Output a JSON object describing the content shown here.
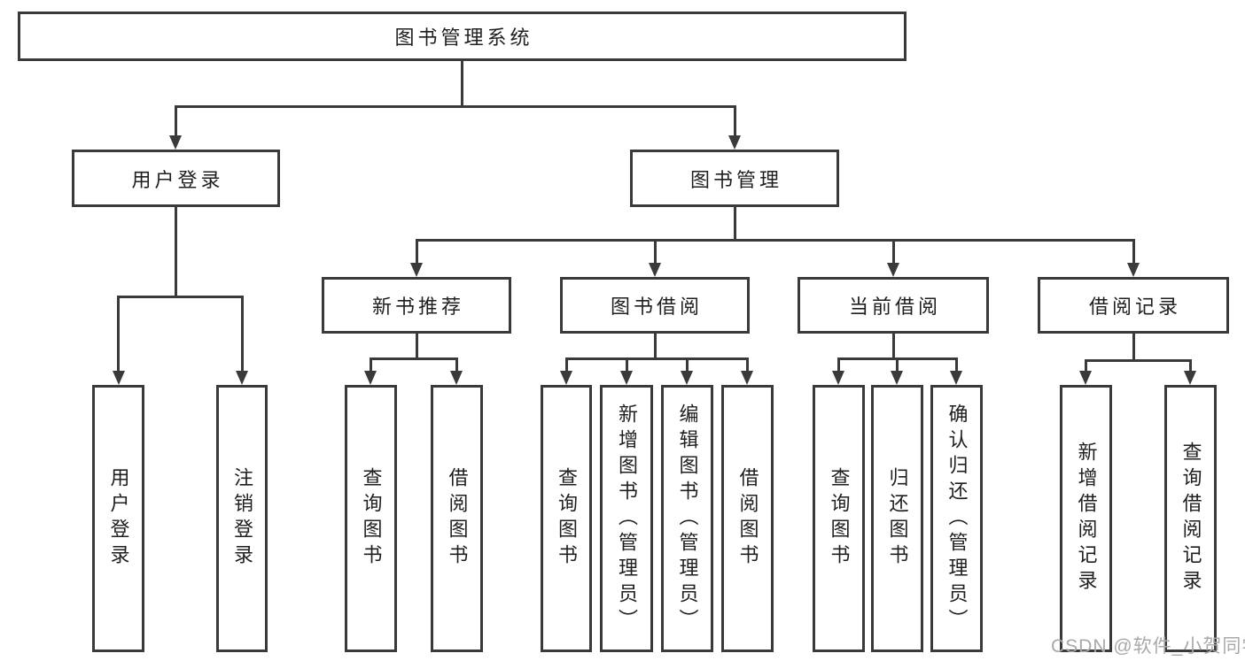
{
  "diagram": {
    "root": {
      "label": "图书管理系统",
      "children": [
        {
          "label": "用户登录",
          "children": [
            {
              "label": "用户登录"
            },
            {
              "label": "注销登录"
            }
          ]
        },
        {
          "label": "图书管理",
          "children": [
            {
              "label": "新书推荐",
              "children": [
                {
                  "label": "查询图书"
                },
                {
                  "label": "借阅图书"
                }
              ]
            },
            {
              "label": "图书借阅",
              "children": [
                {
                  "label": "查询图书"
                },
                {
                  "label": "新增图书（管理员）"
                },
                {
                  "label": "编辑图书（管理员）"
                },
                {
                  "label": "借阅图书"
                }
              ]
            },
            {
              "label": "当前借阅",
              "children": [
                {
                  "label": "查询图书"
                },
                {
                  "label": "归还图书"
                },
                {
                  "label": "确认归还（管理员）"
                }
              ]
            },
            {
              "label": "借阅记录",
              "children": [
                {
                  "label": "新增借阅记录"
                },
                {
                  "label": "查询借阅记录"
                }
              ]
            }
          ]
        }
      ]
    }
  },
  "watermark": "CSDN @软件_小贺同学",
  "colors": {
    "line": "#3a3a3a",
    "text": "#1f1f1f",
    "watermark": "#a9a9a9",
    "background": "#ffffff"
  }
}
